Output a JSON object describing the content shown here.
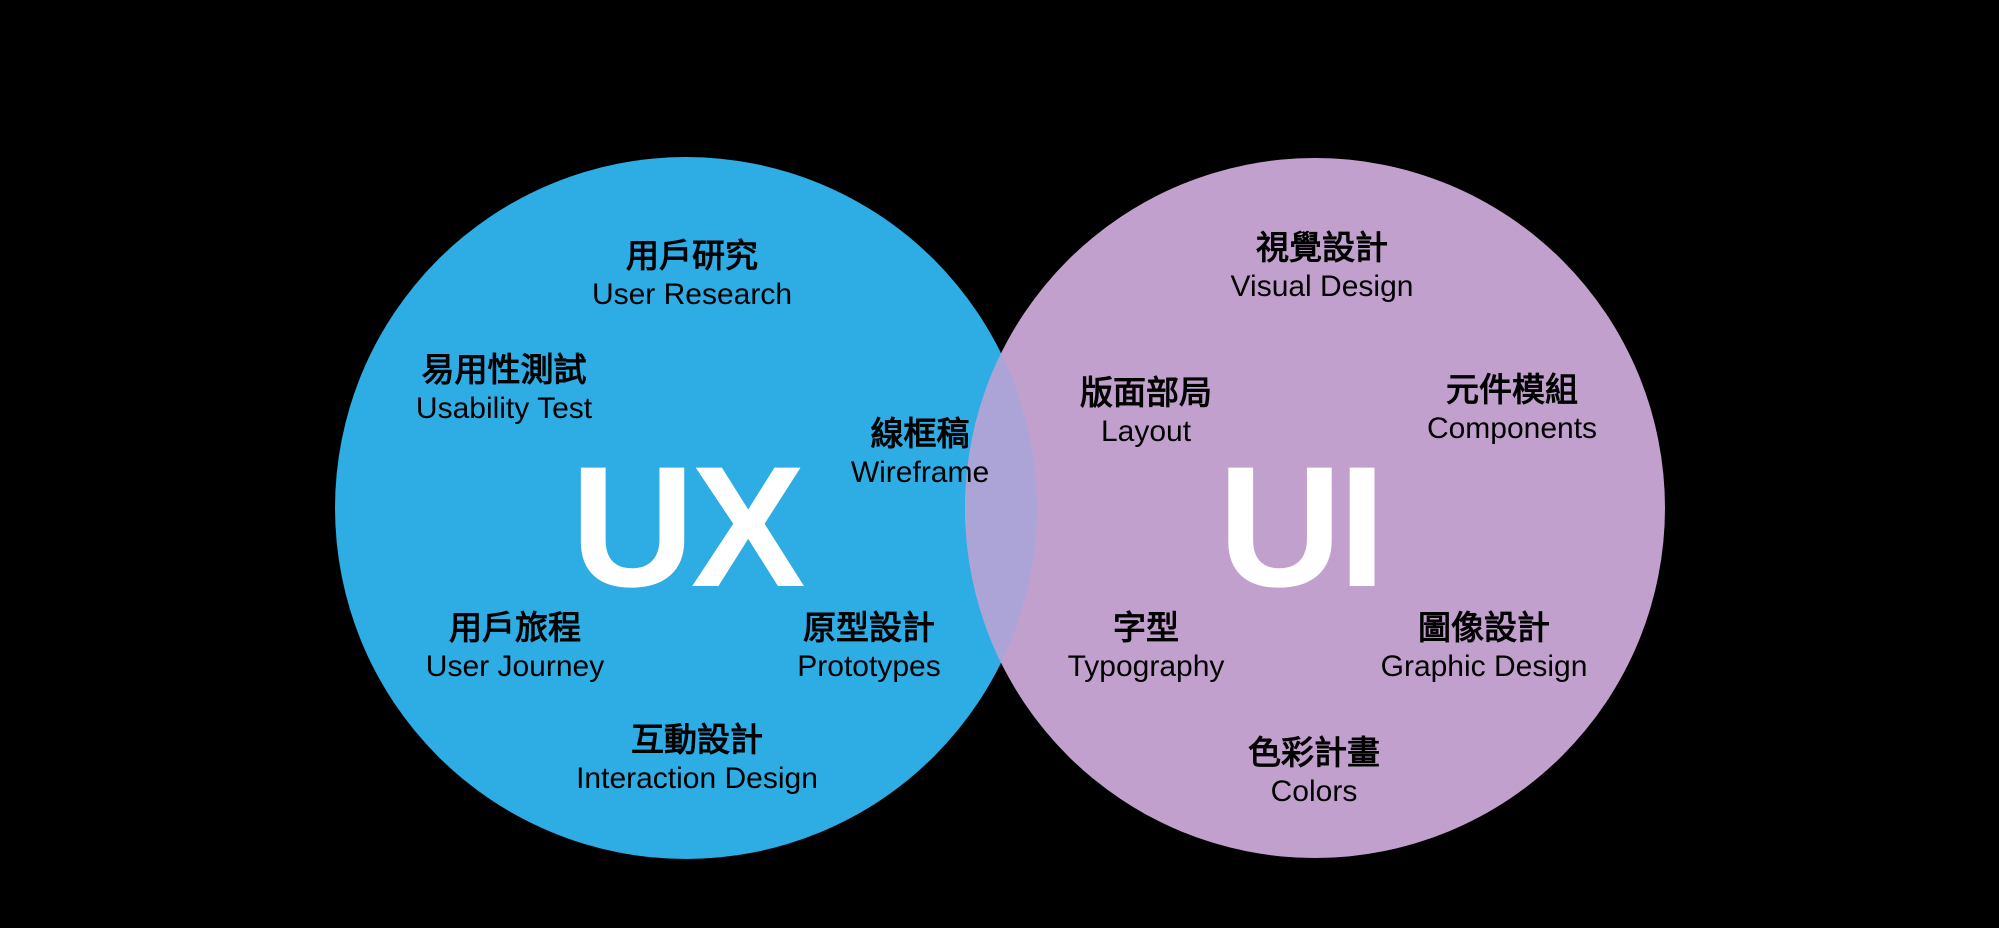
{
  "venn": {
    "background": "#000000",
    "colors": {
      "ux_circle": "#2EACE4",
      "ui_circle": "#C2A0CE",
      "overlap": "#ACA4D6",
      "label_text": "#000000",
      "title_text": "#FFFFFF"
    },
    "ux": {
      "title": "UX",
      "labels": [
        {
          "zh": "用戶研究",
          "en": "User Research"
        },
        {
          "zh": "易用性測試",
          "en": "Usability Test"
        },
        {
          "zh": "線框稿",
          "en": "Wireframe"
        },
        {
          "zh": "用戶旅程",
          "en": "User Journey"
        },
        {
          "zh": "原型設計",
          "en": "Prototypes"
        },
        {
          "zh": "互動設計",
          "en": "Interaction Design"
        }
      ]
    },
    "ui": {
      "title": "UI",
      "labels": [
        {
          "zh": "視覺設計",
          "en": "Visual Design"
        },
        {
          "zh": "版面部局",
          "en": "Layout"
        },
        {
          "zh": "元件模組",
          "en": "Components"
        },
        {
          "zh": "字型",
          "en": "Typography"
        },
        {
          "zh": "圖像設計",
          "en": "Graphic Design"
        },
        {
          "zh": "色彩計畫",
          "en": "Colors"
        }
      ]
    }
  }
}
